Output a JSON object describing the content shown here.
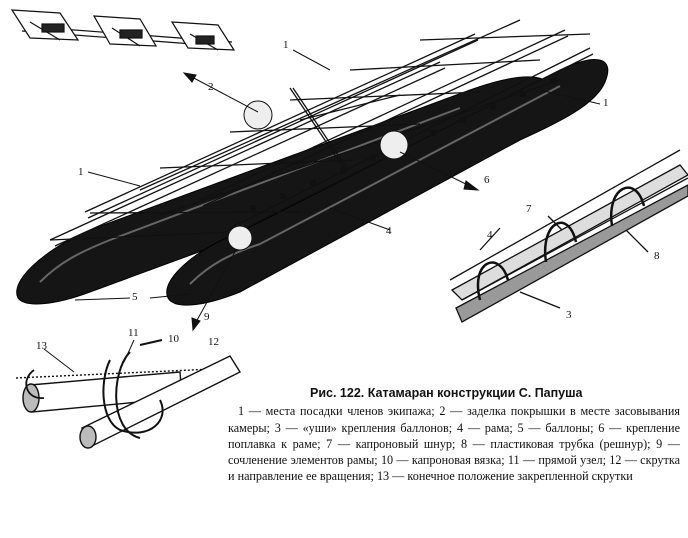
{
  "figure": {
    "callouts": {
      "c1a": "1",
      "c1b": "1",
      "c1c": "1",
      "c2": "2",
      "c3": "3",
      "c4a": "4",
      "c4b": "4",
      "c5": "5",
      "c6": "6",
      "c7": "7",
      "c8": "8",
      "c9": "9",
      "c10": "10",
      "c11": "11",
      "c12": "12",
      "c13": "13"
    },
    "caption_title": "Рис. 122. Катамаран конструкции С. Папуша",
    "caption_body": "1 — места посадки членов экипажа; 2 — заделка покрышки в месте засовывания камеры; 3 — «уши» крепления баллонов; 4 — рама; 5 — баллоны; 6 — крепление поплавка к раме; 7 — капроновый шнур; 8 — пластиковая трубка (решнур); 9 — сочленение элементов рамы; 10 — капроновая вязка; 11 — прямой узел; 12 — скрутка и направление ее вращения; 13 — конечное положение закрепленной скрутки"
  }
}
